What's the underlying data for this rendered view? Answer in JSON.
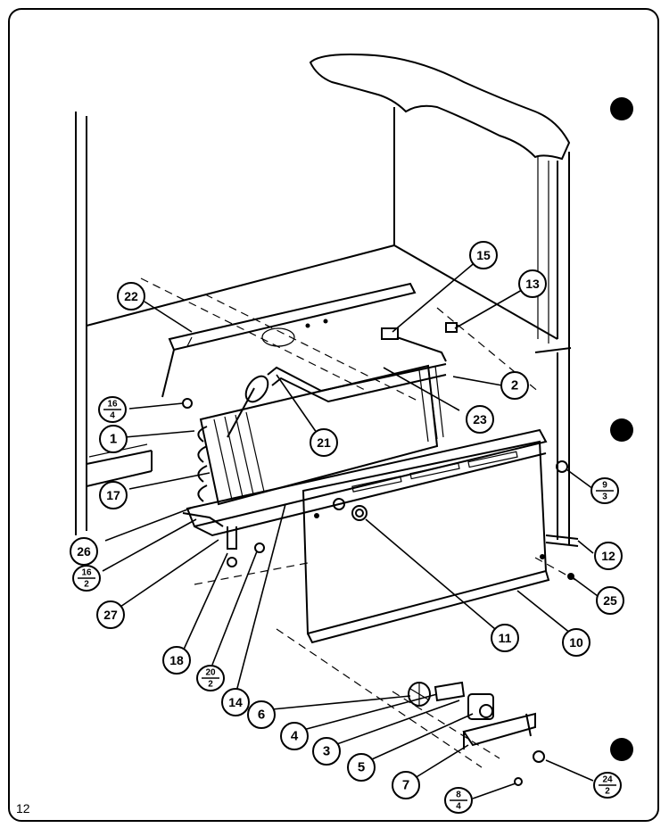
{
  "page_number": "12",
  "callouts": [
    {
      "id": "c1",
      "label": "1"
    },
    {
      "id": "c2",
      "label": "2"
    },
    {
      "id": "c3",
      "label": "3"
    },
    {
      "id": "c4",
      "label": "4"
    },
    {
      "id": "c5",
      "label": "5"
    },
    {
      "id": "c6",
      "label": "6"
    },
    {
      "id": "c7",
      "label": "7"
    },
    {
      "id": "c10",
      "label": "10"
    },
    {
      "id": "c11",
      "label": "11"
    },
    {
      "id": "c12",
      "label": "12"
    },
    {
      "id": "c13",
      "label": "13"
    },
    {
      "id": "c14",
      "label": "14"
    },
    {
      "id": "c15",
      "label": "15"
    },
    {
      "id": "c17",
      "label": "17"
    },
    {
      "id": "c18",
      "label": "18"
    },
    {
      "id": "c21",
      "label": "21"
    },
    {
      "id": "c22",
      "label": "22"
    },
    {
      "id": "c23",
      "label": "23"
    },
    {
      "id": "c25",
      "label": "25"
    },
    {
      "id": "c26",
      "label": "26"
    },
    {
      "id": "c27",
      "label": "27"
    }
  ],
  "fraction_callouts": [
    {
      "id": "f16a",
      "top": "16",
      "bottom": "4"
    },
    {
      "id": "f16b",
      "top": "16",
      "bottom": "2"
    },
    {
      "id": "f20",
      "top": "20",
      "bottom": "2"
    },
    {
      "id": "f9",
      "top": "9",
      "bottom": "3"
    },
    {
      "id": "f24",
      "top": "24",
      "bottom": "2"
    },
    {
      "id": "f8",
      "top": "8",
      "bottom": "4"
    }
  ]
}
